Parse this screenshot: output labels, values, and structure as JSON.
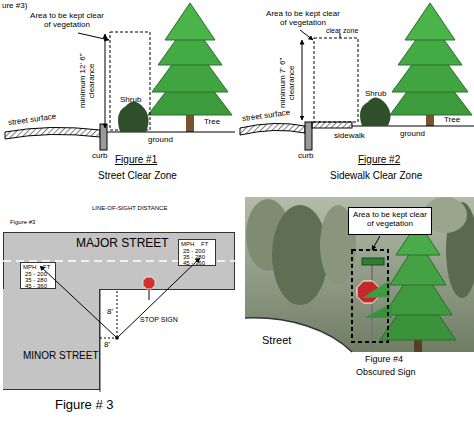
{
  "diagram": {
    "nodes": [
      {
        "text": [
          "MAJOR STREET"
        ]
      },
      {
        "text": [
          "MPH",
          "FT",
          "25 - 200",
          "35 - 280",
          "45 - 360"
        ],
        "in": 0
      },
      {
        "text": [
          "MPH",
          "FT",
          "25 - 200",
          "35 - 280",
          "45 - 360"
        ],
        "in": 0
      },
      {
        "text": [
          "MINOR STREET"
        ]
      },
      {
        "text": [
          "Area to be kept clear of vegetation"
        ]
      }
    ],
    "labels": [
      "ure #3)",
      "Area to be kept clear of vegetation",
      "minimum 12' 6\" clearance",
      "Shrub",
      "Tree",
      "street surface",
      "curb",
      "ground",
      "Figure #1",
      "Street Clear Zone",
      "Area to be kept clear of vegetation",
      "clear zone",
      "minimum 7' 6\" clearance",
      "Shrub",
      "Tree",
      "street surface",
      "curb",
      "sidewalk",
      "ground",
      "Figure #2",
      "Sidewalk Clear Zone",
      "LINE-OF-SIGHT DISTANCE",
      "Figure #3",
      "8'",
      "8'",
      "STOP SIGN",
      "Figure # 3",
      "Street",
      "Figure #4",
      "Obscured Sign"
    ]
  }
}
